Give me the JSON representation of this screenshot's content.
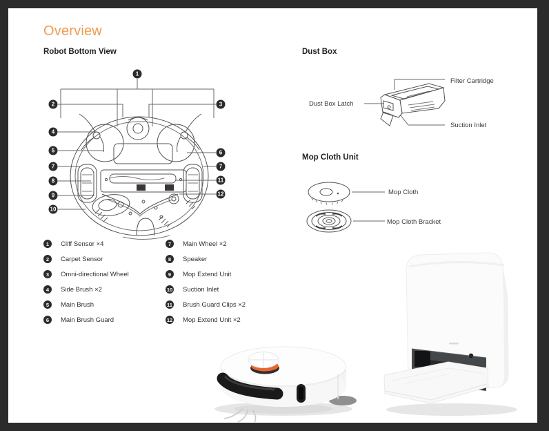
{
  "window": {
    "frame_color": "#2b2b2b",
    "page_bg": "#ffffff"
  },
  "overview": {
    "title": "Overview",
    "title_color": "#F09B52"
  },
  "robot": {
    "heading": "Robot Bottom View",
    "callouts": [
      "1",
      "2",
      "3",
      "4",
      "5",
      "6",
      "7",
      "7",
      "8",
      "11",
      "9",
      "12",
      "10"
    ],
    "legend_left": [
      {
        "num": "1",
        "label": "Cliff Sensor ×4"
      },
      {
        "num": "2",
        "label": "Carpet Sensor"
      },
      {
        "num": "3",
        "label": "Omni-directional Wheel"
      },
      {
        "num": "4",
        "label": "Side Brush ×2"
      },
      {
        "num": "5",
        "label": "Main Brush"
      },
      {
        "num": "6",
        "label": "Main Brush Guard"
      }
    ],
    "legend_right": [
      {
        "num": "7",
        "label": "Main Wheel ×2"
      },
      {
        "num": "8",
        "label": "Speaker"
      },
      {
        "num": "9",
        "label": "Mop Extend Unit"
      },
      {
        "num": "10",
        "label": "Suction Inlet"
      },
      {
        "num": "11",
        "label": "Brush Guard Clips ×2"
      },
      {
        "num": "12",
        "label": "Mop Extend Unit ×2"
      }
    ]
  },
  "dust_box": {
    "heading": "Dust Box",
    "labels": {
      "filter_cartridge": "Filter Cartridge",
      "latch": "Dust Box Latch",
      "suction_inlet": "Suction Inlet"
    }
  },
  "mop": {
    "heading": "Mop Cloth Unit",
    "labels": {
      "cloth": "Mop Cloth",
      "bracket": "Mop Cloth Bracket"
    }
  },
  "photos": {
    "robot_lidar_accent": "#EA662C",
    "product_body_color": "#fbfbfc"
  }
}
